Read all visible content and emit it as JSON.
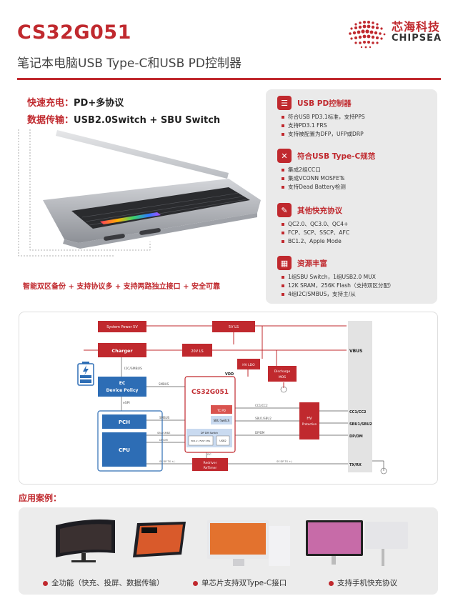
{
  "header": {
    "title": "CS32G051",
    "subtitle": "笔记本电脑USB Type-C和USB PD控制器",
    "brand_cn": "芯海科技",
    "brand_en": "CHIPSEA",
    "accent_color": "#c0292e"
  },
  "features": {
    "fast_charge_key": "快速充电：",
    "fast_charge_value": "PD+多协议",
    "data_key": "数据传输：",
    "data_value": "USB2.0Switch + SBU Switch"
  },
  "slogan": "智能双区备份 + 支持协议多 + 支持两路独立接口 + 安全可靠",
  "sections": [
    {
      "title": "USB PD控制器",
      "icon": "list-icon",
      "items": [
        "符合USB PD3.1标准，支持PPS",
        "支持PD3.1 FRS",
        "支持被配置为DFP，UFP或DRP"
      ]
    },
    {
      "title": "符合USB Type-C规范",
      "icon": "tools-icon",
      "items": [
        "集成2组CC口",
        "集成VCONN MOSFETs",
        "支持Dead Battery检测"
      ]
    },
    {
      "title": "其他快充协议",
      "icon": "edit-icon",
      "items": [
        "QC2.0、QC3.0、QC4+",
        "FCP、SCP、SSCP、AFC",
        "BC1.2、Apple Mode"
      ]
    },
    {
      "title": "资源丰富",
      "icon": "blocks-icon",
      "items": [
        "1组SBU Switch，1组USB2.0 MUX",
        "12K SRAM，256K Flash（支持双区分配）",
        "4组I2C/SMBUS，支持主/从"
      ]
    }
  ],
  "diagram": {
    "system_power": "System Power 5V",
    "ls_5v": "5V LS",
    "charger": "Charger",
    "ls_20v": "20V LS",
    "hv_ldo": "HV LDO",
    "discharge_line1": "Discharge",
    "discharge_line2": "MOS",
    "vbus": "VBUS",
    "i2c_smbus": "I2C/SMBUS",
    "vdd": "VDD",
    "ec_line1": "EC",
    "ec_line2": "Device Policy",
    "chip": "CS32G051",
    "espi": "eSPI",
    "smbus1": "SMBUS",
    "smbus2": "SMBUS",
    "tcpd": "TC PD",
    "sbu_switch": "SBU Switch",
    "dp_mux": "DP DM Switch",
    "bc12": "BC1.2 / FAST CHG",
    "usb2": "USB2",
    "cc": "CC1/CC2",
    "sbu_link": "SBU1/SBU2",
    "dpdm_link": "DP/DM",
    "hv_line1": "HV",
    "hv_line2": "Protection",
    "cc_pin": "CC1/CC2",
    "sbu_pin": "SBU1/SBU2",
    "dpdm_pin": "DP/DM",
    "txrx_pin": "TX/RX",
    "pch": "PCH",
    "cpu": "CPU",
    "sbu_smbus": "SBU/SMBZ",
    "dpdm": "DP/DM",
    "i2c": "I2C",
    "redriver_line1": "Redriver",
    "redriver_line2": "ReTimer",
    "ss_left": "SS DP TX +/-",
    "ss_right": "SS DP TX +/-"
  },
  "applications": {
    "heading": "应用案例：",
    "captions": [
      "全功能（快充、投屏、数据传输）",
      "单芯片支持双Type-C接口",
      "支持手机快充协议"
    ]
  }
}
